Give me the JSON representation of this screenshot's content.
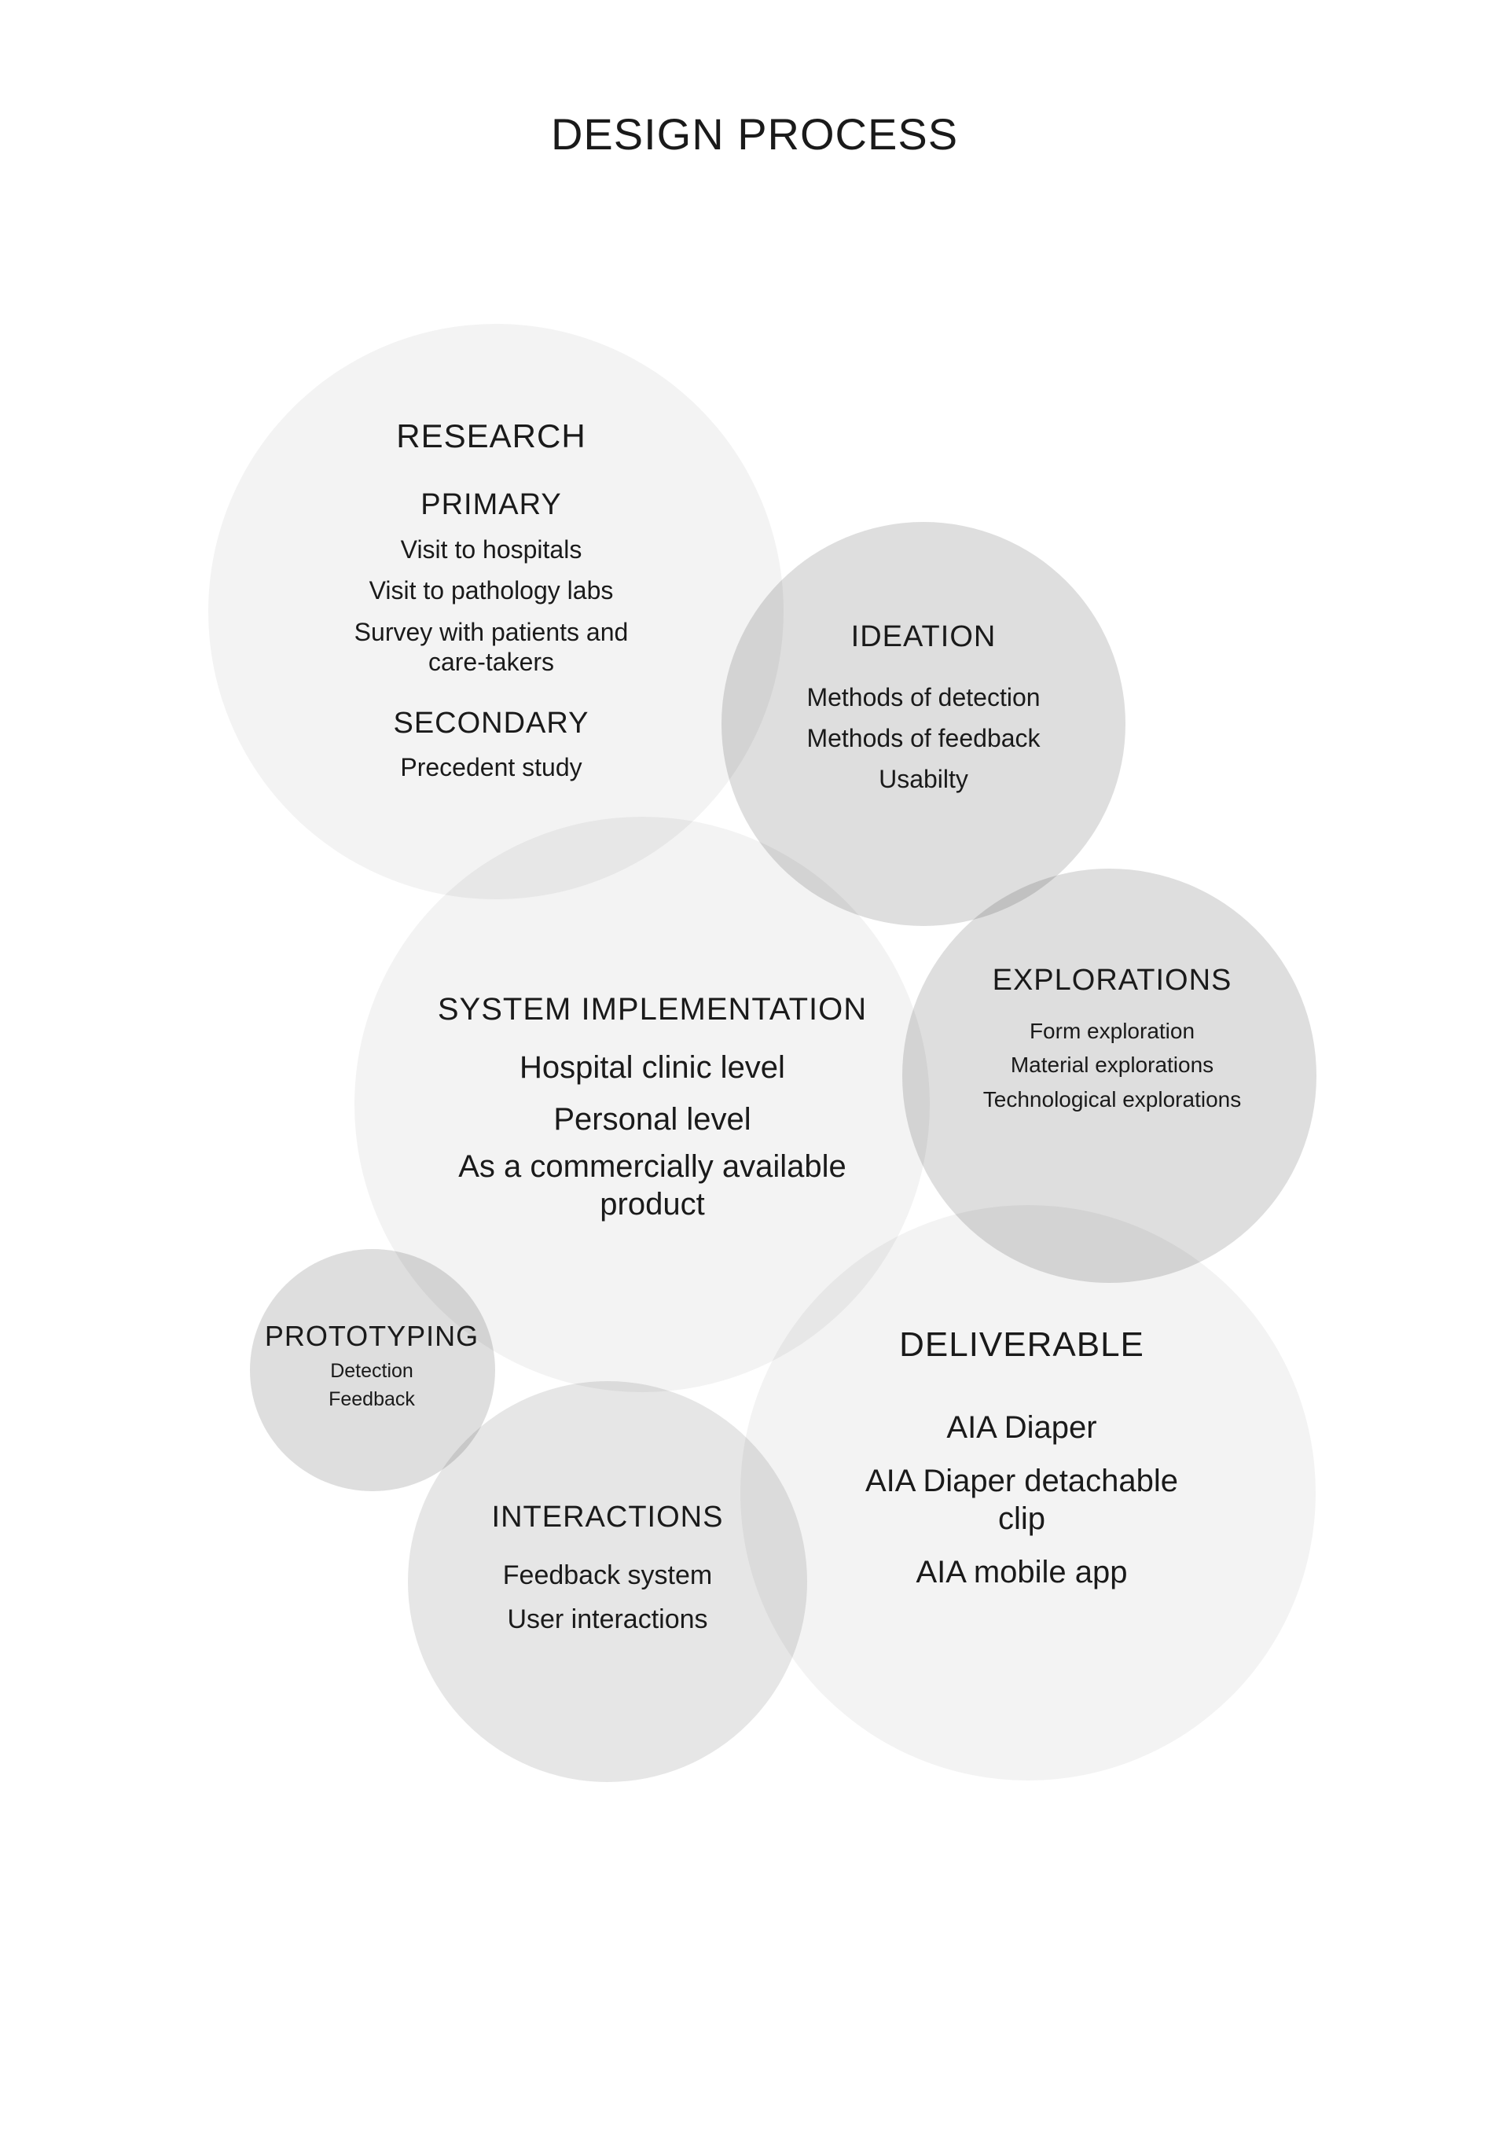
{
  "title": "DESIGN PROCESS",
  "bubbles": {
    "research": {
      "title": "RESEARCH",
      "primary_label": "PRIMARY",
      "primary_items": [
        "Visit to hospitals",
        "Visit to pathology labs",
        "Survey with patients and",
        "care-takers"
      ],
      "secondary_label": "SECONDARY",
      "secondary_items": [
        "Precedent study"
      ]
    },
    "ideation": {
      "title": "IDEATION",
      "items": [
        "Methods of detection",
        "Methods of feedback",
        "Usabilty"
      ]
    },
    "system_implementation": {
      "title": "SYSTEM IMPLEMENTATION",
      "items": [
        "Hospital clinic level",
        "Personal level",
        "As a commercially available",
        "product"
      ]
    },
    "explorations": {
      "title": "EXPLORATIONS",
      "items": [
        "Form exploration",
        "Material explorations",
        "Technological explorations"
      ]
    },
    "prototyping": {
      "title": "PROTOTYPING",
      "items": [
        "Detection",
        "Feedback"
      ]
    },
    "interactions": {
      "title": "INTERACTIONS",
      "items": [
        "Feedback system",
        "User interactions"
      ]
    },
    "deliverable": {
      "title": "DELIVERABLE",
      "items": [
        "AIA Diaper",
        "AIA Diaper detachable",
        "clip",
        "AIA mobile app"
      ]
    }
  },
  "colors": {
    "light_bubble": "#f3f3f3",
    "mid_bubble": "#e6e6e6",
    "dark_bubble": "#dedede",
    "text": "#1a1a1a"
  }
}
